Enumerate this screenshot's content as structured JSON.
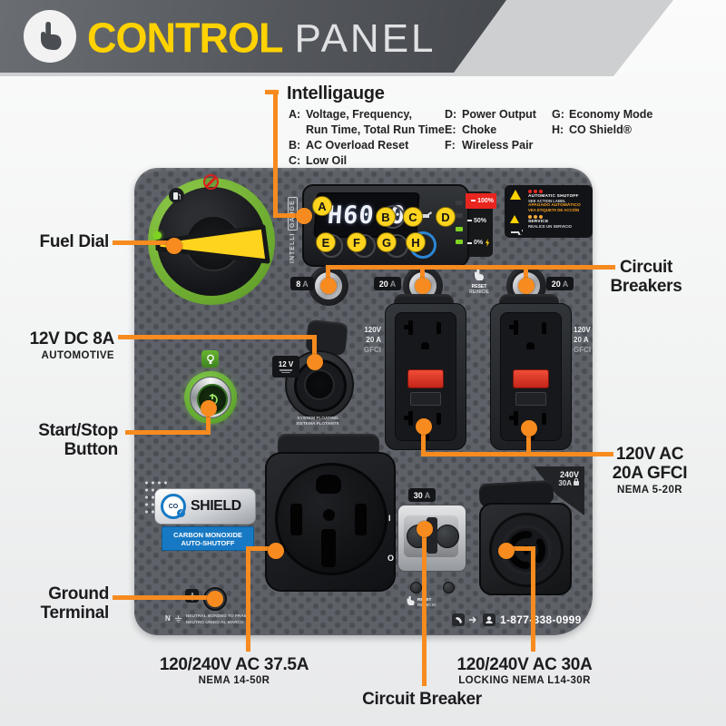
{
  "colors": {
    "accent": "#f78b1f",
    "yellow": "#ffd200",
    "green": "#76b82a",
    "red": "#e31e24",
    "blue": "#1779c4"
  },
  "header": {
    "word1": "CONTROL",
    "word2": "PANEL"
  },
  "legend": {
    "title": "Intelligauge",
    "rows": [
      {
        "key": "A:",
        "text": "Voltage, Frequency,"
      },
      {
        "key": "",
        "text": "Run Time, Total Run Time"
      },
      {
        "key": "B:",
        "text": "AC Overload Reset"
      },
      {
        "key": "C:",
        "text": "Low Oil"
      },
      {
        "key": "D:",
        "text": "Power Output"
      },
      {
        "key": "E:",
        "text": "Choke"
      },
      {
        "key": "F:",
        "text": "Wireless Pair"
      },
      {
        "key": "G:",
        "text": "Economy Mode"
      },
      {
        "key": "H:",
        "text": "CO Shield®"
      }
    ]
  },
  "callouts": {
    "fuel_dial": "Fuel Dial",
    "dc_line1": "12V DC 8A",
    "dc_line2": "AUTOMOTIVE",
    "start_line1": "Start/Stop",
    "start_line2": "Button",
    "ground_line1": "Ground",
    "ground_line2": "Terminal",
    "breakers_line1": "Circuit",
    "breakers_line2": "Breakers",
    "gfci_line1": "120V AC",
    "gfci_line2": "20A GFCI",
    "gfci_line3": "NEMA 5-20R",
    "outlet50_line1": "120/240V AC 37.5A",
    "outlet50_line2": "NEMA 14-50R",
    "breaker30": "Circuit Breaker",
    "outlet30_line1": "120/240V AC 30A",
    "outlet30_line2": "LOCKING NEMA L14-30R"
  },
  "gauge": {
    "display": "H60.0",
    "letters": [
      "A",
      "B",
      "C",
      "D",
      "E",
      "F",
      "G",
      "H"
    ],
    "side_label_1": "INTELLI",
    "side_label_2": "GAUGE",
    "scale": [
      {
        "v": "100%"
      },
      {
        "v": "50%"
      },
      {
        "v": "0%"
      }
    ]
  },
  "warning_label": {
    "auto1": "AUTOMATIC SHUTOFF",
    "auto2": "SEE ACTION LABEL",
    "auto3": "APAGADO AUTOMÁTICO",
    "auto4": "VEA ETIQUETA DE ACCIÓN",
    "service1": "SERVICE",
    "service2": "REALICE UN SERVICIO"
  },
  "panel": {
    "breaker_8a_value": "8",
    "breaker_8a_unit": "A",
    "breaker_20a_left_value": "20",
    "breaker_20a_left_unit": "A",
    "breaker_20a_right_value": "20",
    "breaker_20a_right_unit": "A",
    "reset_line1": "RESET",
    "reset_line2": "REINICIE",
    "dc_tag": "12 V",
    "dc_note1": "SYSTEM FLOATING",
    "dc_note2": "SISTEMA FLOTANTE",
    "gfci_tag_v": "120V",
    "gfci_tag_a": "20 A",
    "gfci_tag_g": "GFCI",
    "breaker30_value": "30",
    "breaker30_unit": "A",
    "breaker30_on": "I",
    "breaker30_off": "O",
    "breaker30_reset1": "RESET",
    "breaker30_reset2": "REINICIO",
    "locking_tag_v": "240V",
    "locking_tag_a": "30A",
    "neutral_n": "N",
    "neutral1": "NEUTRAL BONDED TO FRAME",
    "neutral2": "NEUTRO UNIDO AL MARCO",
    "phone": "1-877-338-0999"
  },
  "coshield": {
    "co": "CO",
    "shield": "SHIELD",
    "bar1": "CARBON MONOXIDE",
    "bar2": "AUTO-SHUTOFF"
  }
}
